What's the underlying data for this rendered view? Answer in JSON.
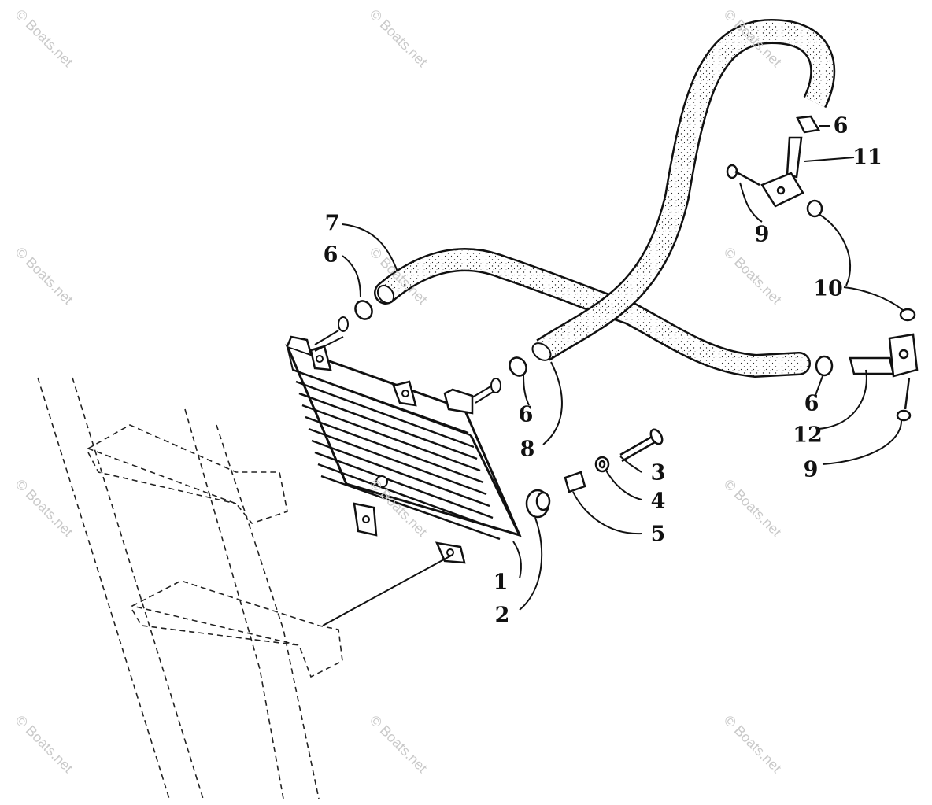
{
  "watermark": "© Boats.net",
  "callouts": {
    "c1": "1",
    "c2": "2",
    "c3": "3",
    "c4": "4",
    "c5": "5",
    "c6a": "6",
    "c6b": "6",
    "c6c": "6",
    "c6d": "6",
    "c7": "7",
    "c8": "8",
    "c9a": "9",
    "c9b": "9",
    "c10": "10",
    "c11": "11",
    "c12": "12"
  },
  "colors": {
    "ink": "#111111",
    "watermark": "#c9c9c9",
    "background": "#ffffff"
  }
}
